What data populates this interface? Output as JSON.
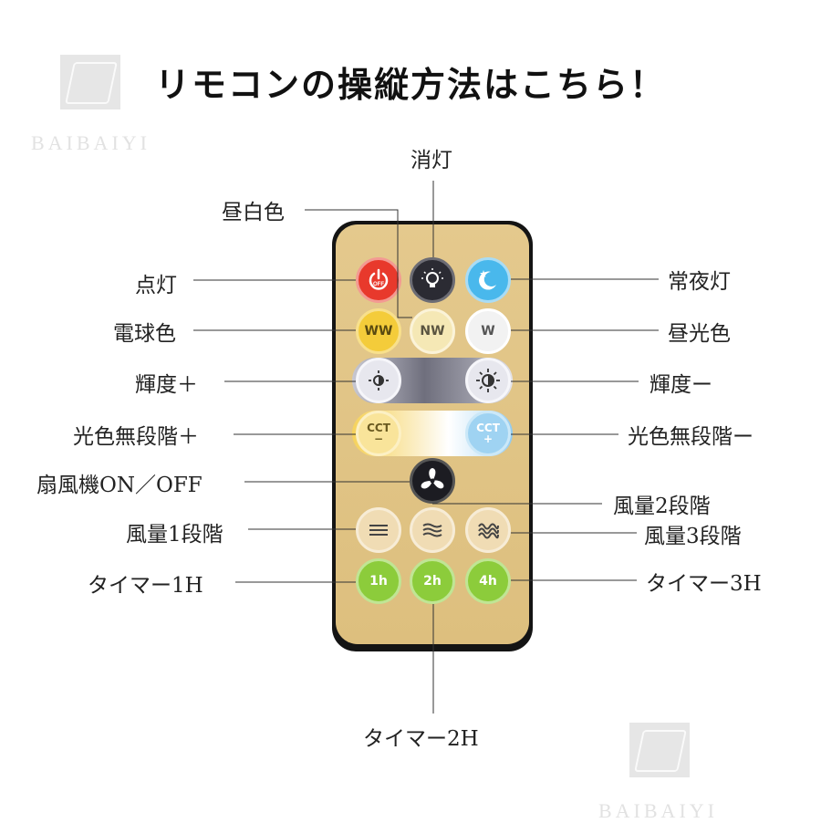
{
  "title": "リモコンの操縦方法はこちら！",
  "watermark": "BAIBAIYI",
  "buttons": {
    "off": {
      "text": "OFF",
      "color": "#e8392c",
      "icon": "power-icon"
    },
    "bulb": {
      "color": "#2b2b33",
      "icon": "lightbulb-icon"
    },
    "night": {
      "color": "#49b8ec",
      "icon": "moon-icon"
    },
    "ww": {
      "text": "WW",
      "color": "#f4cc3a"
    },
    "nw": {
      "text": "NW",
      "color": "#f5e8b5"
    },
    "w": {
      "text": "W",
      "color": "#f2f2f2"
    },
    "bright_up": {
      "icon": "sun-dim-icon",
      "color": "#e7e7ee"
    },
    "bright_down": {
      "icon": "sun-bright-icon",
      "color": "#e7e7ee"
    },
    "cct_minus": {
      "text": "CCT",
      "sub": "−",
      "color": "#f9e49a"
    },
    "cct_plus": {
      "text": "CCT",
      "sub": "+",
      "color": "#9fd3f2"
    },
    "fan": {
      "icon": "fan-icon",
      "color": "#1c1c22"
    },
    "speed1": {
      "icon": "wind-low-icon",
      "color": "#f0dcb4"
    },
    "speed2": {
      "icon": "wind-mid-icon",
      "color": "#f0dcb4"
    },
    "speed3": {
      "icon": "wind-high-icon",
      "color": "#f0dcb4"
    },
    "t1": {
      "text": "1h",
      "color": "#8ccc3b"
    },
    "t2": {
      "text": "2h",
      "color": "#8ccc3b"
    },
    "t4": {
      "text": "4h",
      "color": "#8ccc3b"
    }
  },
  "labels": {
    "shoutou": "消灯",
    "hiruhakushoku": "昼白色",
    "tentou": "点灯",
    "jouyatou": "常夜灯",
    "denkyuushoku": "電球色",
    "chuukoushoku": "昼光色",
    "kido_plus": "輝度＋",
    "kido_minus": "輝度ー",
    "koushoku_plus": "光色無段階＋",
    "koushoku_minus": "光色無段階ー",
    "senpuuki": "扇風機ON／OFF",
    "fuuryou2": "風量2段階",
    "fuuryou1": "風量1段階",
    "fuuryou3": "風量3段階",
    "timer1": "タイマー1H",
    "timer3": "タイマー3H",
    "timer2": "タイマー2H"
  }
}
